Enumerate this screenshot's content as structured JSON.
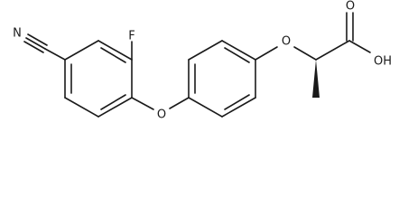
{
  "atoms": {
    "nitrogen": "N",
    "fluorine": "F",
    "ether_oxygen_bridge": "O",
    "ether_oxygen_side": "O",
    "carbonyl_oxygen": "O",
    "hydroxyl": "OH"
  },
  "colors": {
    "bond": "#1a1a1a",
    "background": "#ffffff"
  }
}
